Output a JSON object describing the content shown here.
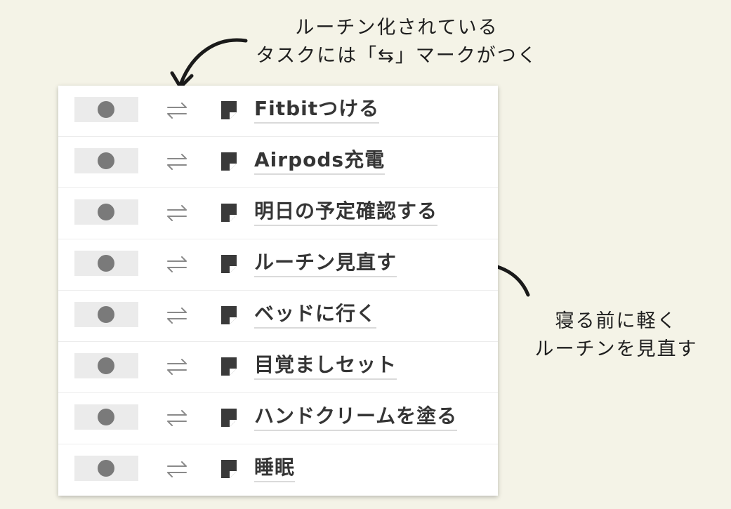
{
  "annotations": {
    "routine_mark_note": {
      "line1": "ルーチン化されている",
      "line2": "タスクには「⇆」マークがつく"
    },
    "review_note": {
      "line1": "寝る前に軽く",
      "line2": "ルーチンを見直す"
    }
  },
  "tasks": [
    {
      "title": "Fitbitつける"
    },
    {
      "title": "Airpods充電"
    },
    {
      "title": "明日の予定確認する"
    },
    {
      "title": "ルーチン見直す"
    },
    {
      "title": "ベッドに行く"
    },
    {
      "title": "目覚ましセット"
    },
    {
      "title": "ハンドクリームを塗る"
    },
    {
      "title": "睡眠"
    }
  ],
  "icons": {
    "status": "circle-dot-icon",
    "routine": "repeat-arrows-icon",
    "page": "page-icon"
  },
  "colors": {
    "background": "#f4f3e7",
    "panel": "#ffffff",
    "status_cell": "#ebebeb",
    "status_dot": "#7a7a7a",
    "title_text": "#353535"
  }
}
